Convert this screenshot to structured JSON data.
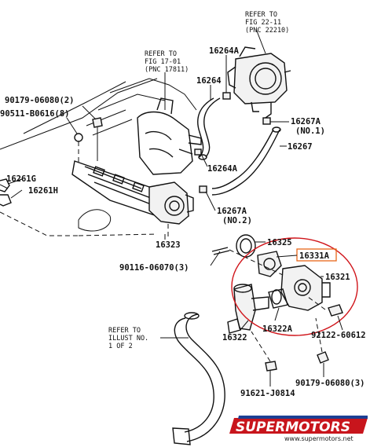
{
  "colors": {
    "highlight_box": "#e8661a",
    "highlight_circle": "#d0141a",
    "watermark_red": "#c8151c",
    "watermark_blue": "#1c3f94",
    "ink": "#111111"
  },
  "references": {
    "ref_22_11": [
      "REFER TO",
      "FIG 22-11",
      "(PNC 22210)"
    ],
    "ref_17_01": [
      "REFER TO",
      "FIG 17-01",
      "(PNC 17811)"
    ],
    "ref_illust": [
      "REFER TO",
      "ILLUST NO.",
      "1 OF 2"
    ]
  },
  "parts": {
    "p16264A_top": "16264A",
    "p16264": "16264",
    "p90179_top": "90179-06080(2)",
    "p90511": "90511-B0616(8)",
    "p16267A_1": "16267A",
    "p16267A_1_sub": "(NO.1)",
    "p16267": "16267",
    "p16264A_mid": "16264A",
    "p16261G": "16261G",
    "p16261H": "16261H",
    "p16267A_2": "16267A",
    "p16267A_2_sub": "(NO.2)",
    "p16323": "16323",
    "p16325": "16325",
    "p16331A": "16331A",
    "p16321": "16321",
    "p90116": "90116-06070(3)",
    "p16322A": "16322A",
    "p16322": "16322",
    "p92122": "92122-60612",
    "p90179_bot": "90179-06080(3)",
    "p91621": "91621-J0814"
  },
  "watermark": {
    "brand": "SUPERMOTORS",
    "url": "www.supermotors.net"
  }
}
